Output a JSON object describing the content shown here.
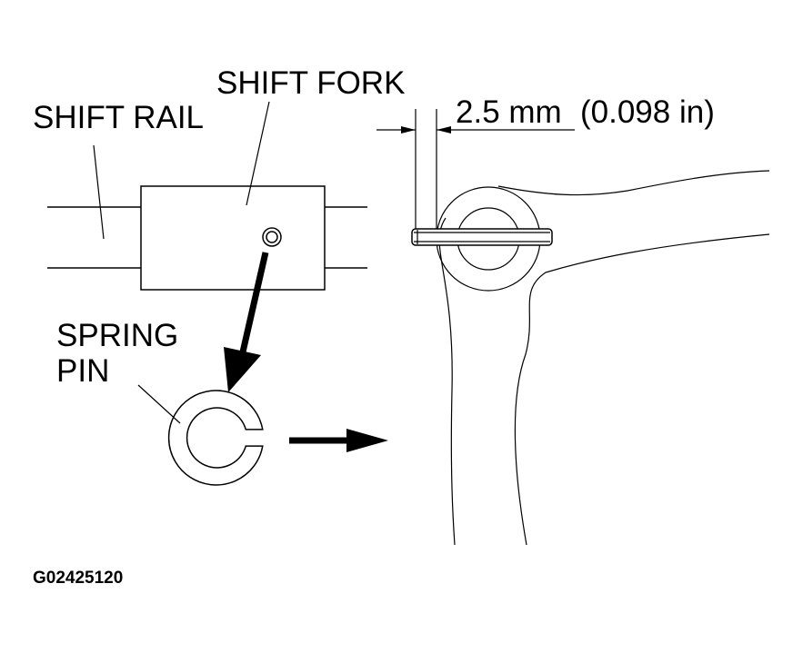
{
  "labels": {
    "shift_rail": "SHIFT RAIL",
    "shift_fork": "SHIFT FORK",
    "spring_pin_line1": "SPRING",
    "spring_pin_line2": "PIN",
    "dimension_value": "2.5 mm",
    "dimension_imperial": "(0.098 in)",
    "figure_id": "G02425120"
  },
  "colors": {
    "line": "#000000",
    "background": "#ffffff"
  }
}
